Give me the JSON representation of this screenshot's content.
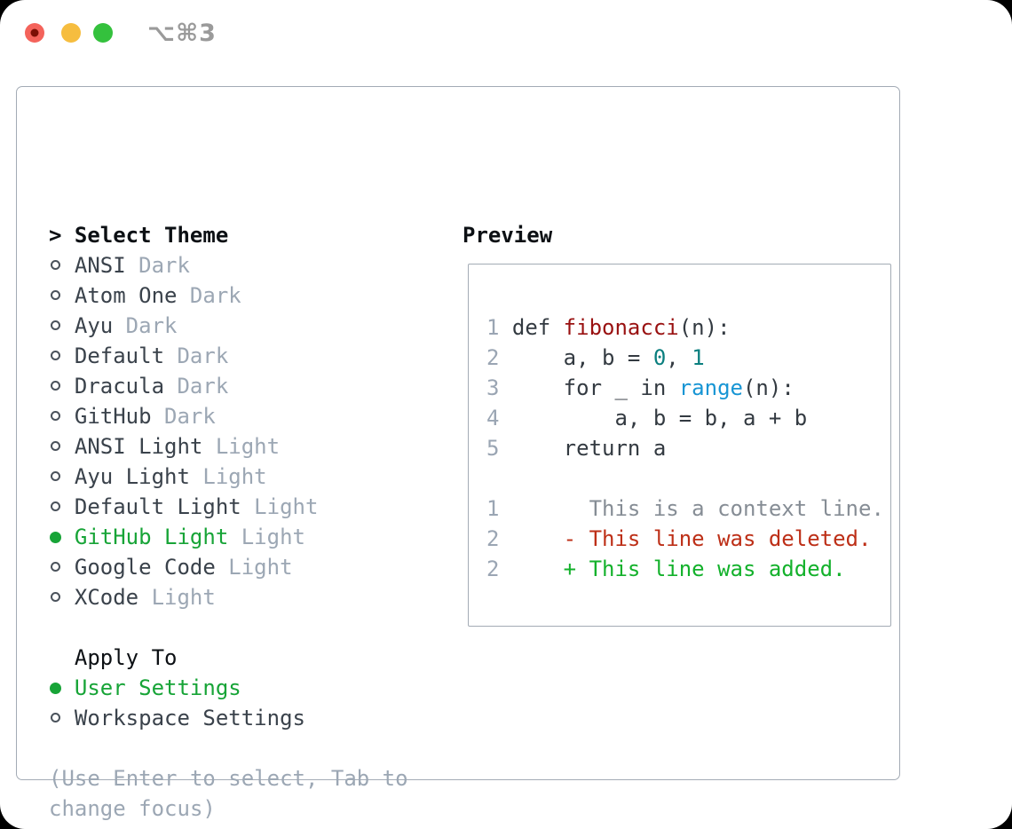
{
  "window": {
    "shortcut_label": "⌥⌘3",
    "traffic_lights": [
      "close",
      "minimize",
      "zoom"
    ]
  },
  "colors": {
    "panel_border": "#a3abb5",
    "black": "#0c1014",
    "item": "#3a424b",
    "gray": "#9ca7b4",
    "green": "#17a437",
    "tl_red": "#f4635b",
    "tl_red_dot": "#7b0f05",
    "tl_yellow": "#f6bd3f",
    "tl_green": "#34c13d",
    "cmd_gray": "#9a9a9a",
    "code": "#333a41",
    "func": "#991111",
    "number": "#0b7f7f",
    "builtin": "#1795d4",
    "lineno": "#9aa5b3",
    "context": "#868d95",
    "deleted": "#bd2f17",
    "added": "#13b12b"
  },
  "theme_panel": {
    "header": {
      "prefix": ">",
      "label": "Select Theme"
    },
    "themes": [
      {
        "name": "ANSI",
        "tag": "Dark",
        "selected": false
      },
      {
        "name": "Atom One",
        "tag": "Dark",
        "selected": false
      },
      {
        "name": "Ayu",
        "tag": "Dark",
        "selected": false
      },
      {
        "name": "Default",
        "tag": "Dark",
        "selected": false
      },
      {
        "name": "Dracula",
        "tag": "Dark",
        "selected": false
      },
      {
        "name": "GitHub",
        "tag": "Dark",
        "selected": false
      },
      {
        "name": "ANSI Light",
        "tag": "Light",
        "selected": false
      },
      {
        "name": "Ayu Light",
        "tag": "Light",
        "selected": false
      },
      {
        "name": "Default Light",
        "tag": "Light",
        "selected": false
      },
      {
        "name": "GitHub Light",
        "tag": "Light",
        "selected": true
      },
      {
        "name": "Google Code",
        "tag": "Light",
        "selected": false
      },
      {
        "name": "XCode",
        "tag": "Light",
        "selected": false
      }
    ],
    "apply_to": {
      "label": "Apply To",
      "options": [
        {
          "name": "User Settings",
          "selected": true
        },
        {
          "name": "Workspace Settings",
          "selected": false
        }
      ]
    },
    "hint_lines": [
      "(Use Enter to select, Tab to",
      "change focus)"
    ]
  },
  "preview": {
    "title": "Preview",
    "code_lines": [
      {
        "num": "1",
        "segments": [
          {
            "t": "def ",
            "c": "code"
          },
          {
            "t": "fibonacci",
            "c": "func"
          },
          {
            "t": "(n):",
            "c": "code"
          }
        ]
      },
      {
        "num": "2",
        "segments": [
          {
            "t": "    a, b = ",
            "c": "code"
          },
          {
            "t": "0",
            "c": "number"
          },
          {
            "t": ", ",
            "c": "code"
          },
          {
            "t": "1",
            "c": "number"
          }
        ]
      },
      {
        "num": "3",
        "segments": [
          {
            "t": "    for _ in ",
            "c": "code"
          },
          {
            "t": "range",
            "c": "builtin"
          },
          {
            "t": "(n):",
            "c": "code"
          }
        ]
      },
      {
        "num": "4",
        "segments": [
          {
            "t": "        a, b = b, a + b",
            "c": "code"
          }
        ]
      },
      {
        "num": "5",
        "segments": [
          {
            "t": "    return a",
            "c": "code"
          }
        ]
      },
      {
        "num": "",
        "segments": []
      },
      {
        "num": "1",
        "segments": [
          {
            "t": "      This is a context line.",
            "c": "context"
          }
        ]
      },
      {
        "num": "2",
        "segments": [
          {
            "t": "    ",
            "c": "code"
          },
          {
            "t": "- This line was deleted.",
            "c": "deleted"
          }
        ]
      },
      {
        "num": "2",
        "segments": [
          {
            "t": "    ",
            "c": "code"
          },
          {
            "t": "+ This line was added.",
            "c": "added"
          }
        ]
      }
    ]
  }
}
